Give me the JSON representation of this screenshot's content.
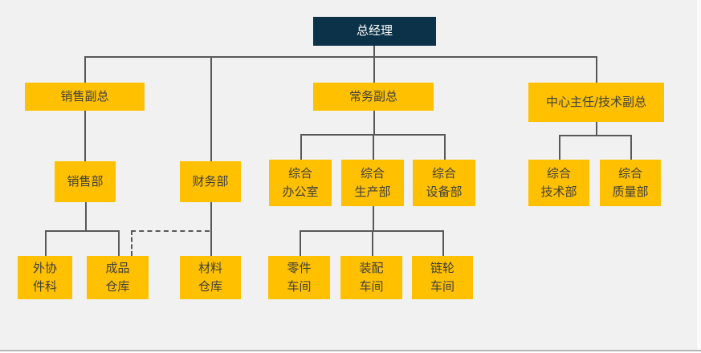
{
  "colors": {
    "node_fill": "#FFC000",
    "root_fill": "#0C3249",
    "root_text": "#FFFFFF",
    "node_text": "#3F3F3F",
    "connector": "#595959",
    "background": "#F1F1F2"
  },
  "org_chart": {
    "type": "organization-chart",
    "root": {
      "label": "总经理"
    },
    "level_1": {
      "sales_vp": {
        "label": "销售副总"
      },
      "executive_vp": {
        "label": "常务副总"
      },
      "center_director": {
        "label": "中心主任/技术副总"
      }
    },
    "level_2": {
      "sales_dept": {
        "label": "销售部"
      },
      "finance_dept": {
        "label": "财务部"
      },
      "general_office": {
        "label": "综合\n办公室"
      },
      "production_dept": {
        "label": "综合\n生产部"
      },
      "equipment_dept": {
        "label": "综合\n设备部"
      },
      "tech_dept": {
        "label": "综合\n技术部"
      },
      "quality_dept": {
        "label": "综合\n质量部"
      }
    },
    "level_3": {
      "outsourcing_section": {
        "label": "外协\n件科"
      },
      "finished_goods_warehouse": {
        "label": "成品\n仓库"
      },
      "material_warehouse": {
        "label": "材料\n仓库"
      },
      "parts_workshop": {
        "label": "零件\n车间"
      },
      "assembly_workshop": {
        "label": "装配\n车间"
      },
      "sprocket_workshop": {
        "label": "链轮\n车间"
      }
    }
  }
}
